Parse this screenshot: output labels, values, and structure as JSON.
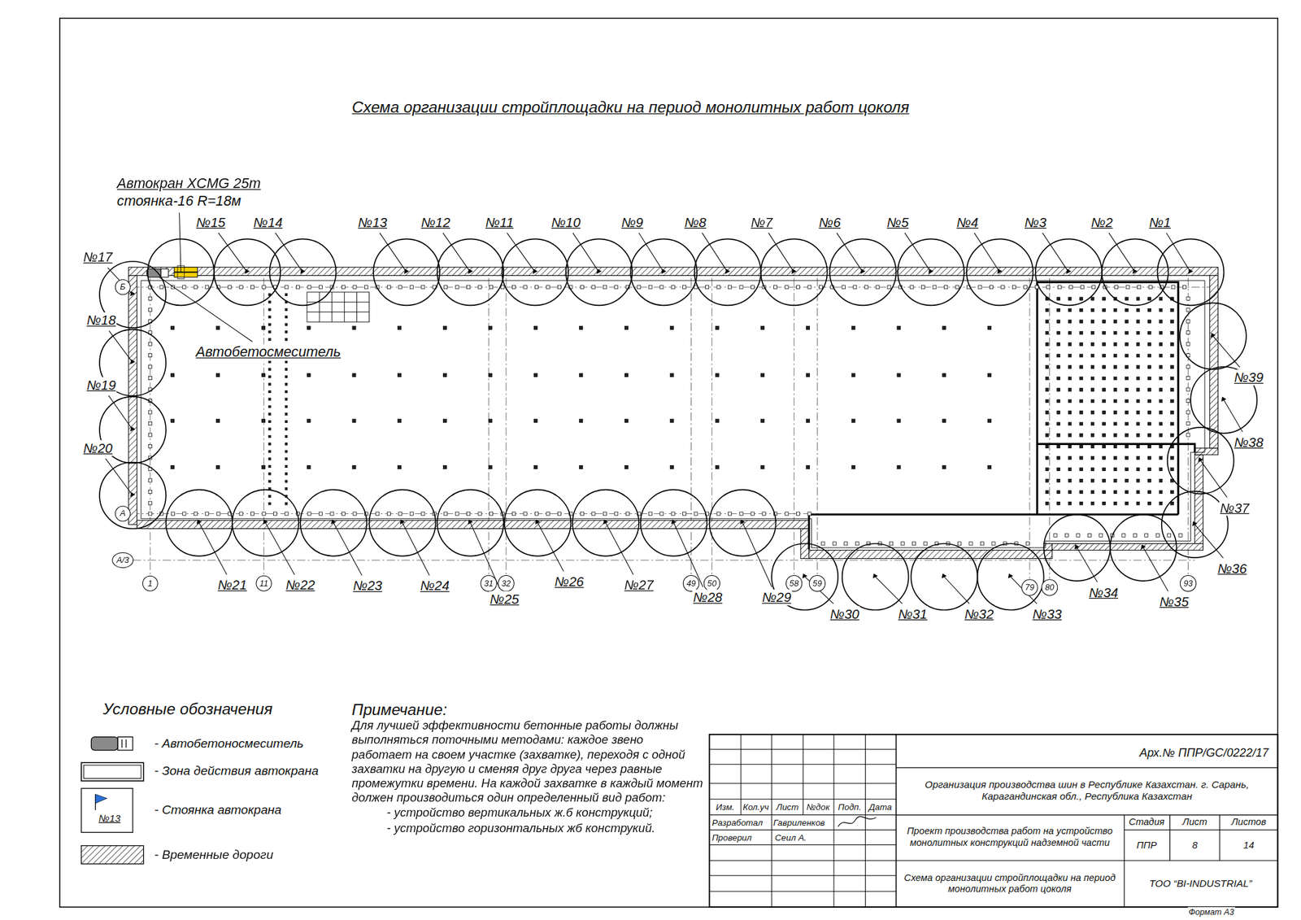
{
  "diagram": {
    "title": "Схема организации стройплощадки на период монолитных работ цоколя",
    "labels": [
      "Автокран XCMG 25т",
      "стоянка-16 R=18м",
      "№15",
      "№14",
      "№13",
      "№12",
      "№11",
      "№10",
      "№9",
      "№8",
      "№7",
      "№6",
      "№5",
      "№4",
      "№3",
      "№2",
      "№1",
      "№17",
      "№18",
      "№19",
      "№20",
      "№21",
      "№22",
      "№23",
      "№24",
      "№25",
      "№26",
      "№27",
      "№28",
      "№29",
      "№30",
      "№31",
      "№32",
      "№33",
      "№34",
      "№35",
      "№36",
      "№37",
      "№38",
      "№39",
      "Автобетосмеситель",
      "Б",
      "А",
      "А/3",
      "1",
      "11",
      "31",
      "32",
      "49",
      "50",
      "58",
      "59",
      "79",
      "80",
      "93",
      "Условные обозначения",
      "№13",
      "Примечание:",
      "Для лучшей эффективности бетонные работы должны выполняться поточными методами: каждое звено работает на своем участке (захватке), переходя с одной захватки на другую и сменяя друг друга через равные промежутки времени. На каждой захватке в каждый момент должен производиться один определенный вид работ:",
      "- устройство вертикальных ж.б конструкций;",
      "- устройство горизонтальных жб конструкий.",
      "Арх.№ ППР/GC/0222/17",
      "Организация производства шин в Республике Казахстан. г. Сарань, Карагандинская обл., Республика Казахстан",
      "Изм.",
      "Кол.уч",
      "Лист",
      "№док",
      "Подп.",
      "Дата",
      "Разработал",
      "Гавриленков",
      "Проверил",
      "Сеил А.",
      "Проект производства работ на устройство монолитных конструкций надземной части",
      "Стадия",
      "Лист",
      "Листов",
      "ППР",
      "8",
      "14",
      "Схема организации стройплощадки на период монолитных работ цоколя",
      "ТОО “BI-INDUSTRIAL”",
      "Формат А3"
    ],
    "legend": [
      {
        "text": "- Автобетоносмеситель"
      },
      {
        "text": "- Зона действия автокрана"
      },
      {
        "text": "- Стоянка автокрана"
      },
      {
        "text": "- Временные дороги"
      }
    ]
  }
}
